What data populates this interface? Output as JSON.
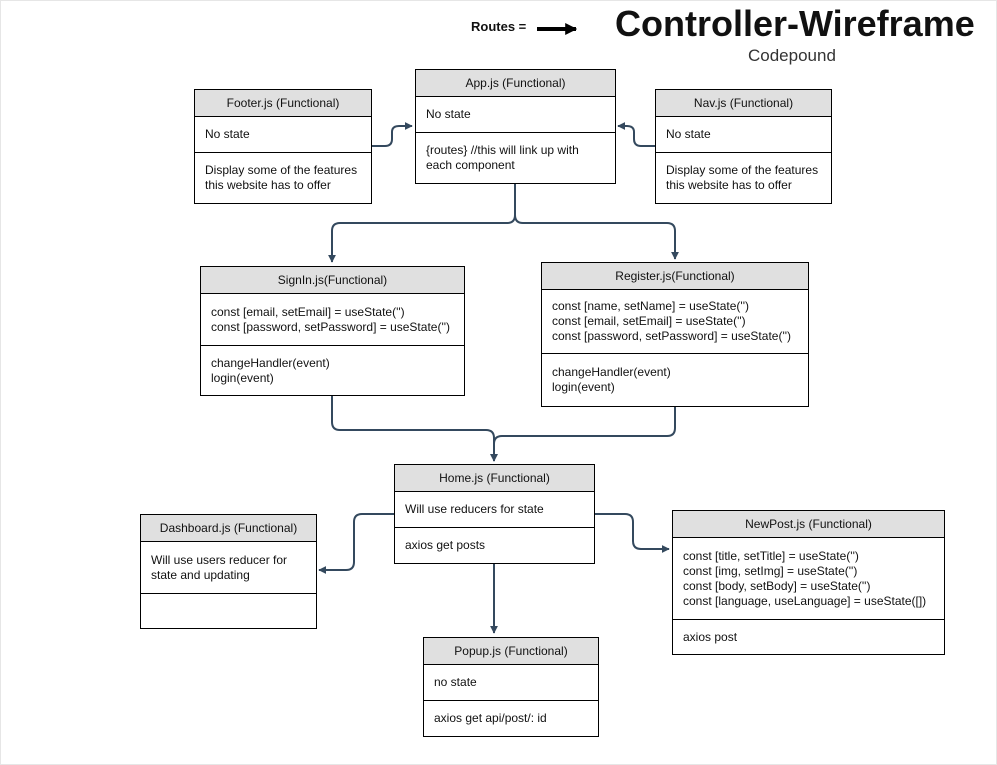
{
  "header": {
    "title": "Controller-Wireframe",
    "subtitle": "Codepound",
    "legend_label": "Routes ="
  },
  "colors": {
    "connector": "#34495e",
    "header_fill": "#e0e0e0"
  },
  "boxes": {
    "app": {
      "title": "App.js (Functional)",
      "state": "No state",
      "methods": "{routes} //this will link up with\neach component"
    },
    "footer": {
      "title": "Footer.js (Functional)",
      "state": "No state",
      "methods": "Display some of the features\nthis website has to offer"
    },
    "nav": {
      "title": "Nav.js (Functional)",
      "state": "No state",
      "methods": "Display some of the features\nthis website has to offer"
    },
    "signin": {
      "title": "SignIn.js(Functional)",
      "state": "const [email, setEmail] = useState('')\nconst [password, setPassword] = useState('')",
      "methods": "changeHandler(event)\nlogin(event)"
    },
    "register": {
      "title": "Register.js(Functional)",
      "state": "const [name, setName] = useState('')\nconst [email, setEmail] = useState('')\nconst [password, setPassword] = useState('')",
      "methods": "changeHandler(event)\nlogin(event)"
    },
    "home": {
      "title": "Home.js (Functional)",
      "state": "Will use reducers for state",
      "methods": "axios get posts"
    },
    "dashboard": {
      "title": "Dashboard.js (Functional)",
      "state": "Will use users reducer for\nstate and updating",
      "methods": ""
    },
    "newpost": {
      "title": "NewPost.js (Functional)",
      "state": "const [title, setTitle] = useState('')\nconst [img, setImg] = useState('')\nconst [body, setBody] = useState('')\nconst [language, useLanguage] = useState([])",
      "methods": "axios post"
    },
    "popup": {
      "title": "Popup.js (Functional)",
      "state": "no state",
      "methods": "axios get api/post/: id"
    }
  }
}
